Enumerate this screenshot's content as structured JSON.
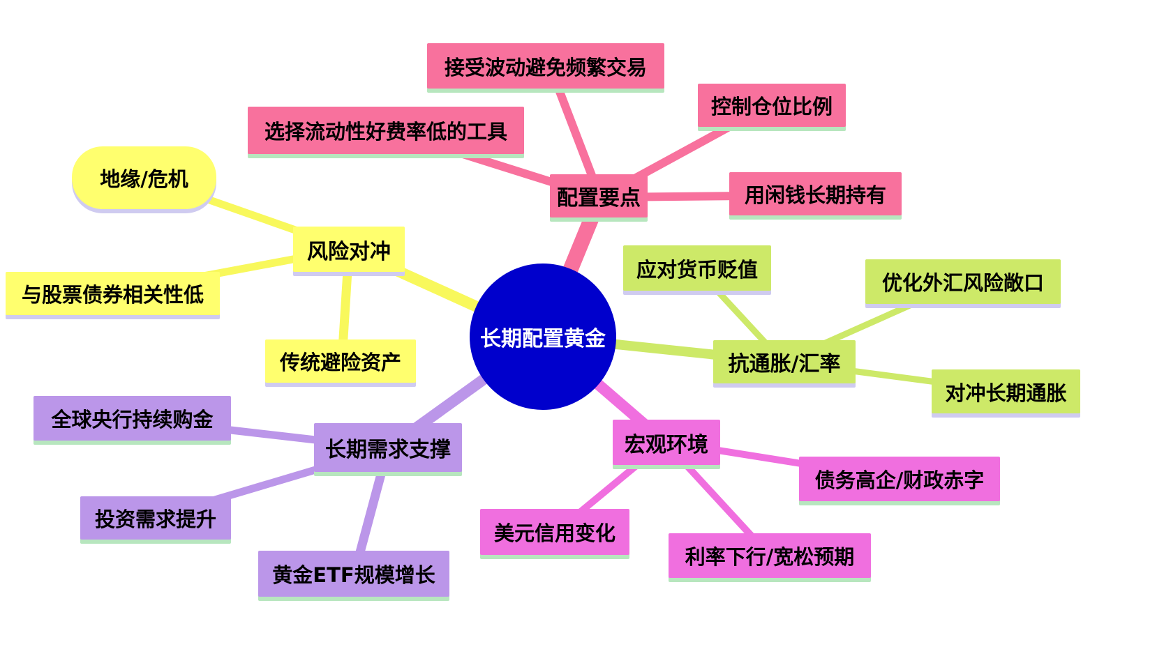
{
  "center": {
    "label": "长期配置黄金",
    "fill": "#0000CC",
    "text_color": "#FFFFFF"
  },
  "branches": [
    {
      "label": "配置要点",
      "color": "#F8719D",
      "children": [
        {
          "label": "接受波动避免频繁交易"
        },
        {
          "label": "选择流动性好费率低的工具"
        },
        {
          "label": "控制仓位比例"
        },
        {
          "label": "用闲钱长期持有"
        }
      ]
    },
    {
      "label": "风险对冲",
      "color": "#FFFF6E",
      "children": [
        {
          "label": "地缘/危机"
        },
        {
          "label": "与股票债券相关性低"
        },
        {
          "label": "传统避险资产"
        }
      ]
    },
    {
      "label": "抗通胀/汇率",
      "color": "#CDE968",
      "children": [
        {
          "label": "应对货币贬值"
        },
        {
          "label": "优化外汇风险敞口"
        },
        {
          "label": "对冲长期通胀"
        }
      ]
    },
    {
      "label": "长期需求支撑",
      "color": "#BB96E9",
      "children": [
        {
          "label": "全球央行持续购金"
        },
        {
          "label": "投资需求提升"
        },
        {
          "label": "黄金ETF规模增长"
        }
      ]
    },
    {
      "label": "宏观环境",
      "color": "#F06FDF",
      "children": [
        {
          "label": "债务高企/财政赤字"
        },
        {
          "label": "美元信用变化"
        },
        {
          "label": "利率下行/宽松预期"
        }
      ]
    }
  ]
}
